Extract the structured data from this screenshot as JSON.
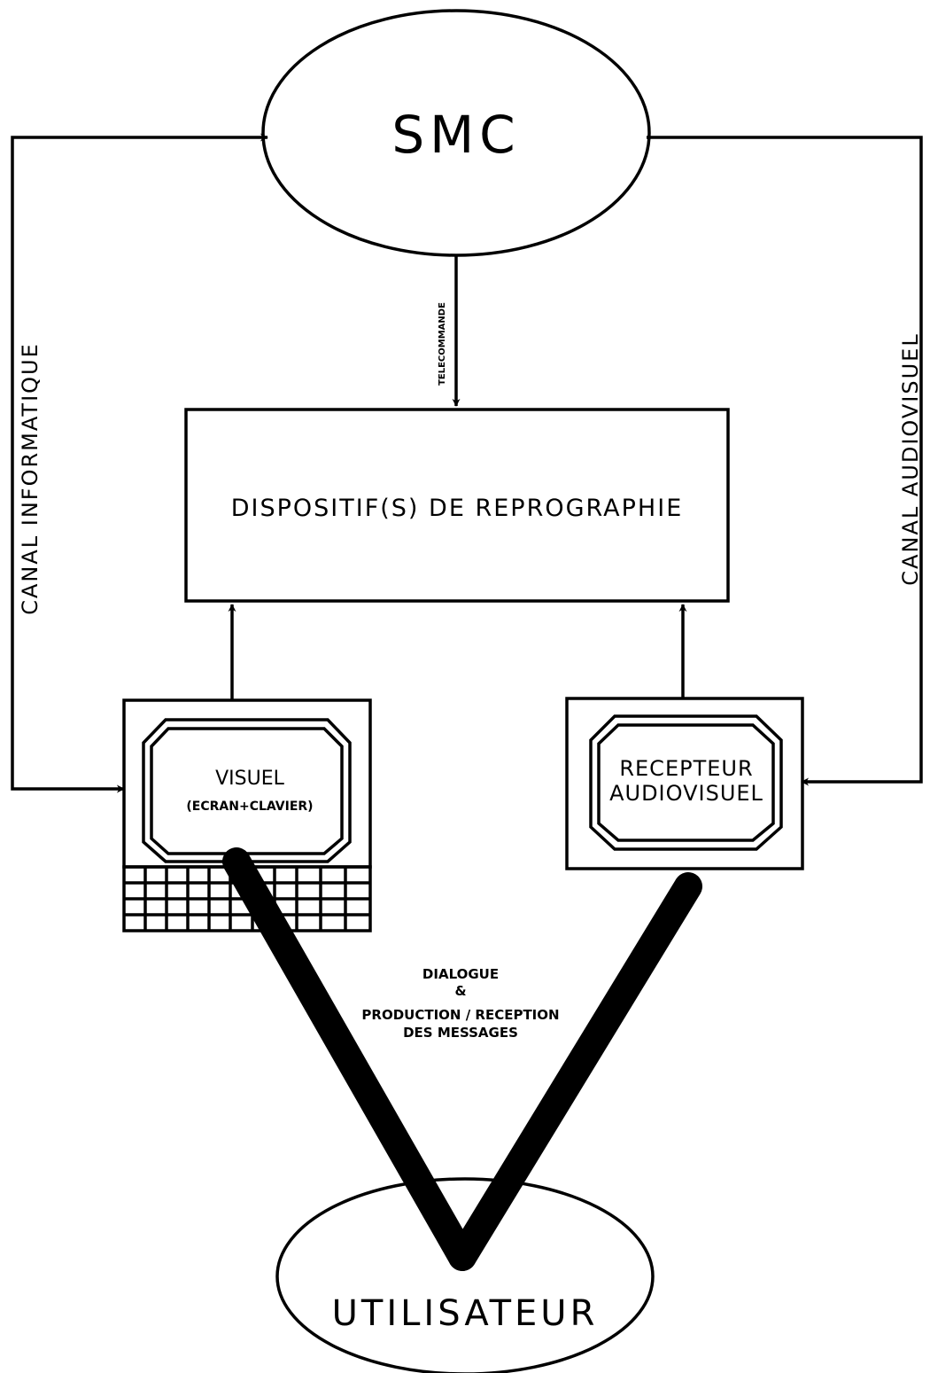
{
  "nodes": {
    "smc": "SMC",
    "reprographie": "DISPOSITIF(S) DE REPROGRAPHIE",
    "visuel": "VISUEL",
    "visuel_sub": "(ECRAN+CLAVIER)",
    "recepteur_line1": "RECEPTEUR",
    "recepteur_line2": "AUDIOVISUEL",
    "utilisateur": "UTILISATEUR"
  },
  "edges": {
    "canal_informatique": "CANAL INFORMATIQUE",
    "canal_audiovisuel": "CANAL AUDIOVISUEL",
    "telecommande": "TELECOMMANDE"
  },
  "annotation": {
    "line1": "DIALOGUE",
    "line2": "&",
    "line3": "PRODUCTION / RECEPTION",
    "line4": "DES MESSAGES"
  }
}
